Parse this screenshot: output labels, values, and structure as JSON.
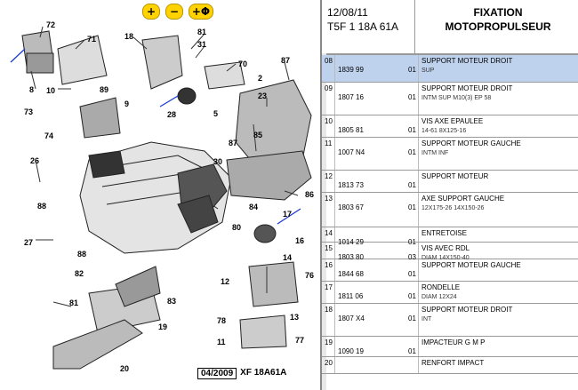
{
  "zoom_buttons": [
    {
      "id": "zoom-in",
      "glyph": "+"
    },
    {
      "id": "zoom-out",
      "glyph": "−"
    },
    {
      "id": "zoom-fit",
      "glyph": "+Φ"
    }
  ],
  "callouts": [
    {
      "id": "c72",
      "text": "72"
    },
    {
      "id": "c71",
      "text": "71"
    },
    {
      "id": "c18",
      "text": "18"
    },
    {
      "id": "c81",
      "text": "81"
    },
    {
      "id": "c31",
      "text": "31"
    },
    {
      "id": "c70",
      "text": "70"
    },
    {
      "id": "c87a",
      "text": "87"
    },
    {
      "id": "c8",
      "text": "8"
    },
    {
      "id": "c89",
      "text": "89"
    },
    {
      "id": "c10",
      "text": "10"
    },
    {
      "id": "c9",
      "text": "9"
    },
    {
      "id": "c73",
      "text": "73"
    },
    {
      "id": "c74",
      "text": "74"
    },
    {
      "id": "c28",
      "text": "28"
    },
    {
      "id": "c5",
      "text": "5"
    },
    {
      "id": "c2",
      "text": "2"
    },
    {
      "id": "c23",
      "text": "23"
    },
    {
      "id": "c87b",
      "text": "87"
    },
    {
      "id": "c85",
      "text": "85"
    },
    {
      "id": "c30",
      "text": "30"
    },
    {
      "id": "c26",
      "text": "26"
    },
    {
      "id": "c86",
      "text": "86"
    },
    {
      "id": "c88a",
      "text": "88"
    },
    {
      "id": "c84",
      "text": "84"
    },
    {
      "id": "c17",
      "text": "17"
    },
    {
      "id": "c27",
      "text": "27"
    },
    {
      "id": "c80",
      "text": "80"
    },
    {
      "id": "c16",
      "text": "16"
    },
    {
      "id": "c88b",
      "text": "88"
    },
    {
      "id": "c14",
      "text": "14"
    },
    {
      "id": "c76",
      "text": "76"
    },
    {
      "id": "c12",
      "text": "12"
    },
    {
      "id": "c82",
      "text": "82"
    },
    {
      "id": "c81b",
      "text": "81"
    },
    {
      "id": "c83",
      "text": "83"
    },
    {
      "id": "c19",
      "text": "19"
    },
    {
      "id": "c13",
      "text": "13"
    },
    {
      "id": "c78",
      "text": "78"
    },
    {
      "id": "c77",
      "text": "77"
    },
    {
      "id": "c11",
      "text": "11"
    },
    {
      "id": "c20",
      "text": "20"
    }
  ],
  "reference": {
    "date": "04/2009",
    "code": "XF 18A61A"
  },
  "header": {
    "date": "12/08/11",
    "code": "T5F 1 18A 61A",
    "title_line1": "FIXATION",
    "title_line2": "MOTOPROPULSEUR"
  },
  "rows": [
    {
      "idx": "08",
      "ref": "1839 99",
      "qty": "01",
      "desc": "SUPPORT MOTEUR DROIT",
      "sub": "SUP",
      "selected": true
    },
    {
      "idx": "09",
      "ref": "1807 16",
      "qty": "01",
      "desc": "SUPPORT MOTEUR DROIT",
      "sub": "INTM SUP M10(3) EP 58",
      "selected": false
    },
    {
      "idx": "10",
      "ref": "1805 81",
      "qty": "01",
      "desc": "VIS AXE EPAULEE",
      "sub": "14-61 8X125-16",
      "selected": false
    },
    {
      "idx": "11",
      "ref": "1007 N4",
      "qty": "01",
      "desc": "SUPPORT MOTEUR GAUCHE",
      "sub": "INTM INF",
      "selected": false
    },
    {
      "idx": "12",
      "ref": "1813 73",
      "qty": "01",
      "desc": "SUPPORT MOTEUR",
      "sub": "",
      "selected": false
    },
    {
      "idx": "13",
      "ref": "1803 67",
      "qty": "01",
      "desc": "AXE SUPPORT GAUCHE",
      "sub": "12X175-26 14X150-26",
      "selected": false
    },
    {
      "idx": "14",
      "ref": "1014 29",
      "qty": "01",
      "desc": "ENTRETOISE",
      "sub": "",
      "selected": false
    },
    {
      "idx": "15",
      "ref": "1803 80",
      "qty": "03",
      "desc": "VIS AVEC RDL",
      "sub": "DIAM 14X150-40",
      "selected": false
    },
    {
      "idx": "16",
      "ref": "1844 68",
      "qty": "01",
      "desc": "SUPPORT MOTEUR GAUCHE",
      "sub": "",
      "selected": false
    },
    {
      "idx": "17",
      "ref": "1811 06",
      "qty": "01",
      "desc": "RONDELLE",
      "sub": "DIAM 12X24",
      "selected": false
    },
    {
      "idx": "18",
      "ref": "1807 X4",
      "qty": "01",
      "desc": "SUPPORT MOTEUR DROIT",
      "sub": "INT",
      "selected": false
    },
    {
      "idx": "19",
      "ref": "1090 19",
      "qty": "01",
      "desc": "IMPACTEUR G M P",
      "sub": "",
      "selected": false
    },
    {
      "idx": "20",
      "ref": "",
      "qty": "",
      "desc": "RENFORT IMPACT",
      "sub": "",
      "selected": false
    }
  ]
}
